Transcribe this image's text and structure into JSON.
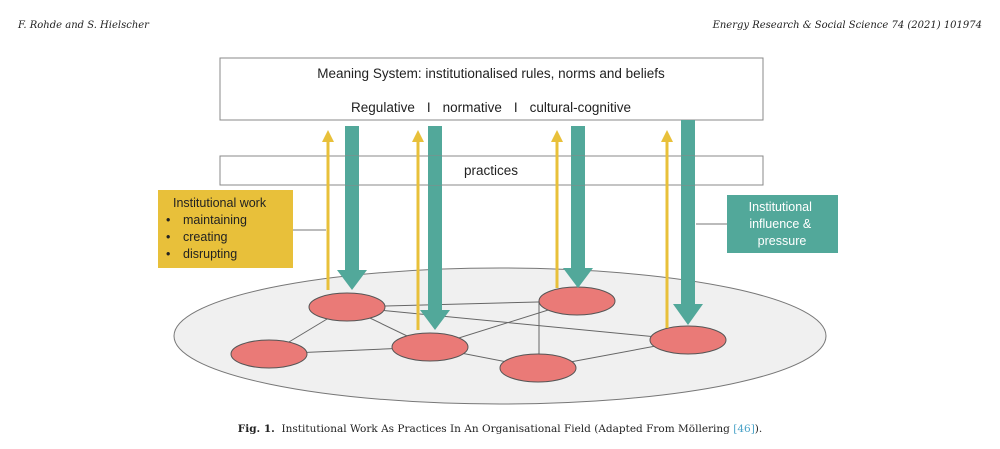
{
  "header": {
    "authors": "F. Rohde and S. Hielscher",
    "journal": "Energy Research & Social Science 74 (2021) 101974"
  },
  "figure": {
    "meaning_system_title": "Meaning System: institutionalised rules, norms and beliefs",
    "pillars": [
      "Regulative",
      "I",
      "normative",
      "I",
      "cultural-cognitive"
    ],
    "practices_label": "practices",
    "institutional_work": {
      "title": "Institutional work",
      "items": [
        "maintaining",
        "creating",
        "disrupting"
      ]
    },
    "institutional_influence": [
      "Institutional",
      "influence &",
      "pressure"
    ],
    "colors": {
      "yellow": "#e8c03a",
      "teal": "#52a89a",
      "node": "#ea7a77",
      "field": "#f0f0f0"
    }
  },
  "caption": {
    "label": "Fig. 1.",
    "text": "Institutional Work As Practices In An Organisational Field (Adapted From Möllering ",
    "ref": "[46]",
    "end": ")."
  }
}
